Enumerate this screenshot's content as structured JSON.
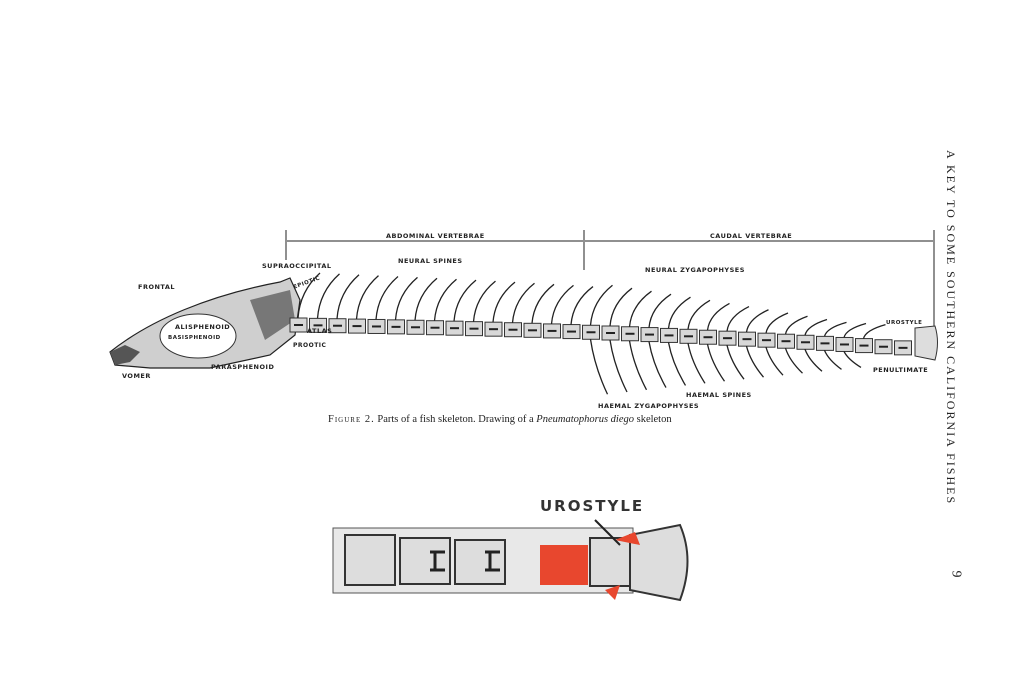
{
  "figure": {
    "brackets": {
      "abdominal": "ABDOMINAL VERTEBRAE",
      "caudal": "CAUDAL VERTEBRAE"
    },
    "labels": {
      "supraoccipital": "SUPRAOCCIPITAL",
      "epiotic": "EPIOTIC",
      "neural_spines": "NEURAL SPINES",
      "frontal": "FRONTAL",
      "alisphenoid": "ALISPHENOID",
      "basisphenoid": "BASISPHENOID",
      "atlas": "ATLAS",
      "prootic": "PROOTIC",
      "parasphenoid": "PARASPHENOID",
      "vomer": "VOMER",
      "neural_zygapophyses": "NEURAL ZYGAPOPHYSES",
      "haemal_zygapophyses": "HAEMAL ZYGAPOPHYSES",
      "haemal_spines": "HAEMAL SPINES",
      "urostyle": "UROSTYLE",
      "penultimate": "PENULTIMATE"
    },
    "caption": {
      "prefix": "Figure 2.",
      "text": " Parts of a fish skeleton. Drawing of a ",
      "species": "Pneumatophorus diego",
      "suffix": " skeleton"
    },
    "highlight_color": "#e8472e"
  },
  "inset": {
    "label": "UROSTYLE"
  },
  "running_head": "A KEY TO SOME SOUTHERN CALIFORNIA FISHES",
  "page_number": "9"
}
